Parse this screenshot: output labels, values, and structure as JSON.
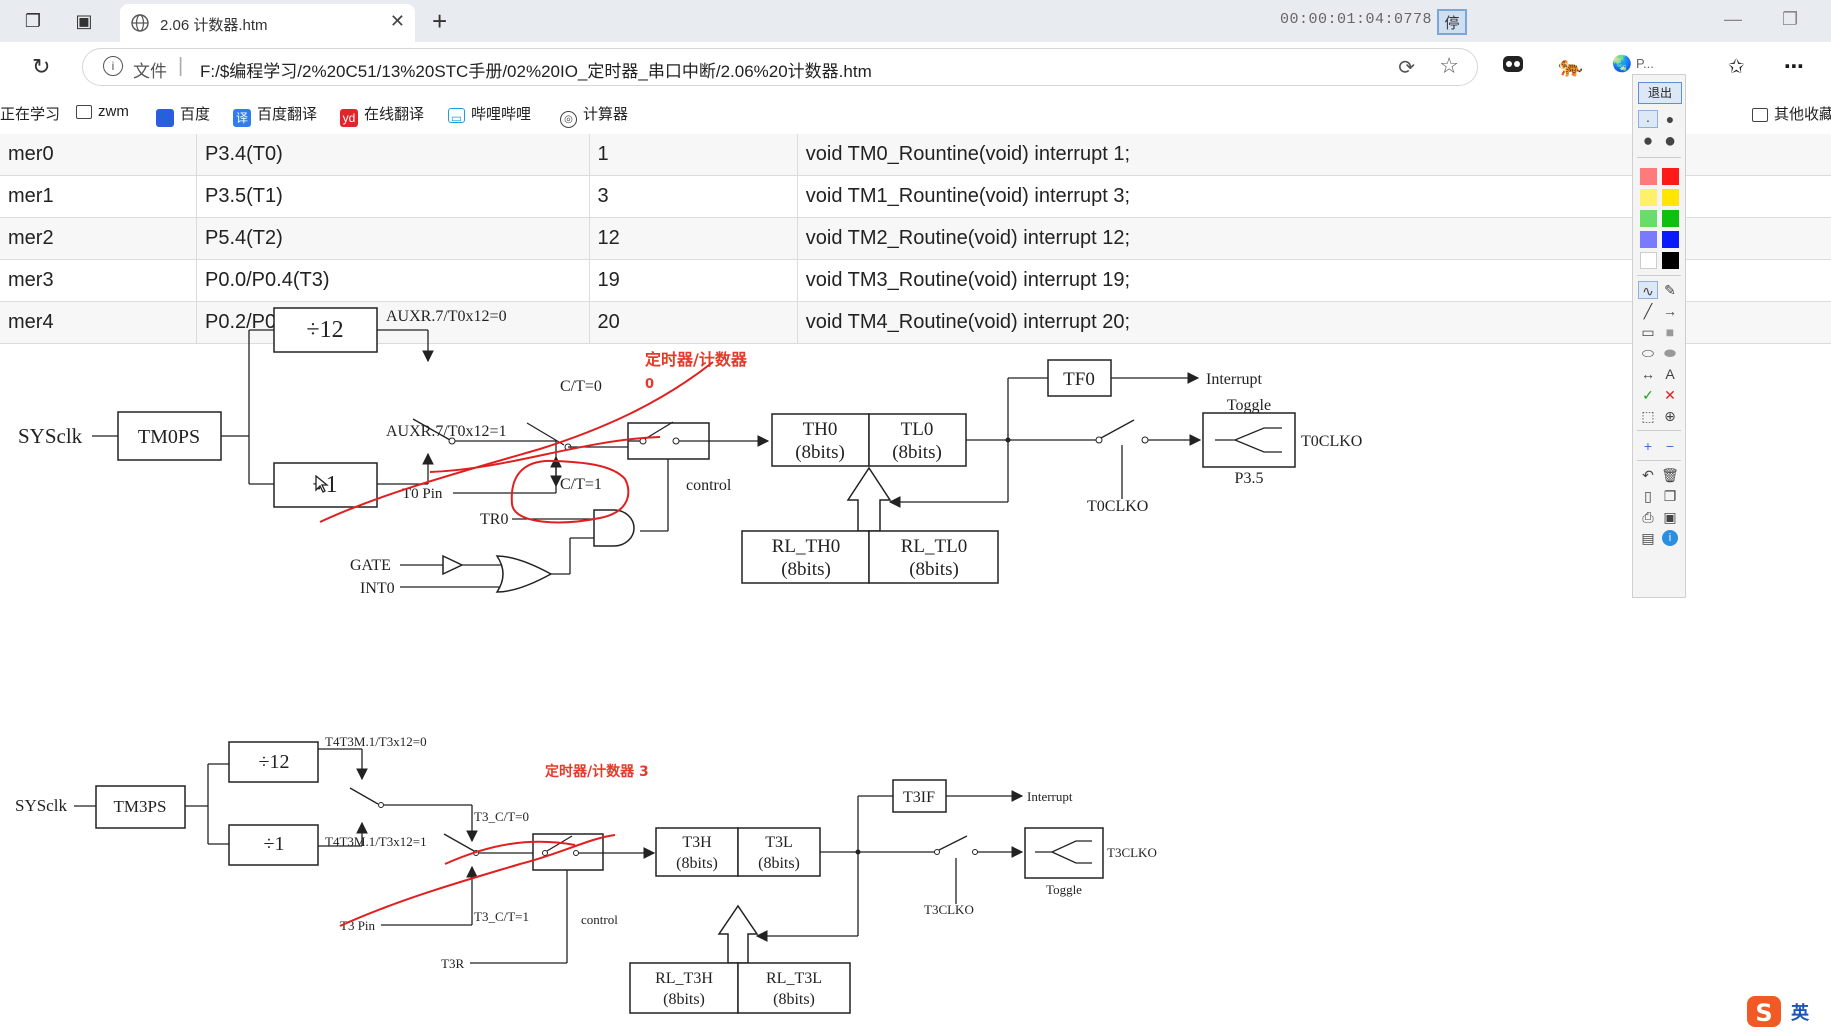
{
  "browser": {
    "tab_title": "2.06 计数器.htm",
    "timer": "00:00:01:04:0778",
    "stop_label": "停",
    "file_label": "文件",
    "url": "F:/$编程学习/2%20C51/13%20STC手册/02%20IO_定时器_串口中断/2.06%20计数器.htm",
    "bookmarks": [
      "正在学习",
      "zwm",
      "百度",
      "百度翻译",
      "在线翻译",
      "哔哩哔哩",
      "计算器"
    ],
    "other_bookmarks": "其他收藏",
    "profile_text": "P..."
  },
  "timer_table": {
    "rows": [
      [
        "mer0",
        "P3.4(T0)",
        "1",
        "void TM0_Rountine(void) interrupt 1;"
      ],
      [
        "mer1",
        "P3.5(T1)",
        "3",
        "void TM1_Rountine(void) interrupt 3;"
      ],
      [
        "mer2",
        "P5.4(T2)",
        "12",
        "void TM2_Routine(void) interrupt 12;"
      ],
      [
        "mer3",
        "P0.0/P0.4(T3)",
        "19",
        "void TM3_Routine(void) interrupt 19;"
      ],
      [
        "mer4",
        "P0.2/P0.6(T4)",
        "20",
        "void TM4_Routine(void) interrupt 20;"
      ]
    ]
  },
  "diagram1": {
    "sysclk": "SYSclk",
    "prescaler": "TM0PS",
    "div12": "÷12",
    "div1": "÷1",
    "aux0": "AUXR.7/T0x12=0",
    "aux1": "AUXR.7/T0x12=1",
    "ct0": "C/T=0",
    "ct1": "C/T=1",
    "pin": "T0 Pin",
    "tr": "TR0",
    "gate": "GATE",
    "int": "INT0",
    "control": "control",
    "th": "TH0",
    "tl": "TL0",
    "bits": "(8bits)",
    "rl_th": "RL_TH0",
    "rl_tl": "RL_TL0",
    "tf": "TF0",
    "interrupt": "Interrupt",
    "toggle": "Toggle",
    "clko_out": "T0CLKO",
    "clko_sw": "T0CLKO",
    "port": "P3.5",
    "annotation": "定时器/计数器",
    "annotation_sub": "0"
  },
  "diagram2": {
    "sysclk": "SYSclk",
    "prescaler": "TM3PS",
    "div12": "÷12",
    "div1": "÷1",
    "aux0": "T4T3M.1/T3x12=0",
    "aux1": "T4T3M.1/T3x12=1",
    "ct0": "T3_C/T=0",
    "ct1": "T3_C/T=1",
    "pin": "T3 Pin",
    "tr": "T3R",
    "control": "control",
    "th": "T3H",
    "tl": "T3L",
    "bits": "(8bits)",
    "rl_th": "RL_T3H",
    "rl_tl": "RL_T3L",
    "tf": "T3IF",
    "interrupt": "Interrupt",
    "toggle": "Toggle",
    "clko_out": "T3CLKO",
    "clko_sw": "T3CLKO",
    "annotation": "定时器/计数器 3"
  },
  "palette": {
    "exit_label": "退出",
    "text_tool": "A",
    "colors": [
      "#ff7a7a",
      "#ff1a1a",
      "#fff06a",
      "#ffe600",
      "#69dd69",
      "#10c010",
      "#7a7aff",
      "#0a1aff",
      "#ffffff",
      "#000000"
    ]
  },
  "ime": {
    "mode": "英"
  }
}
